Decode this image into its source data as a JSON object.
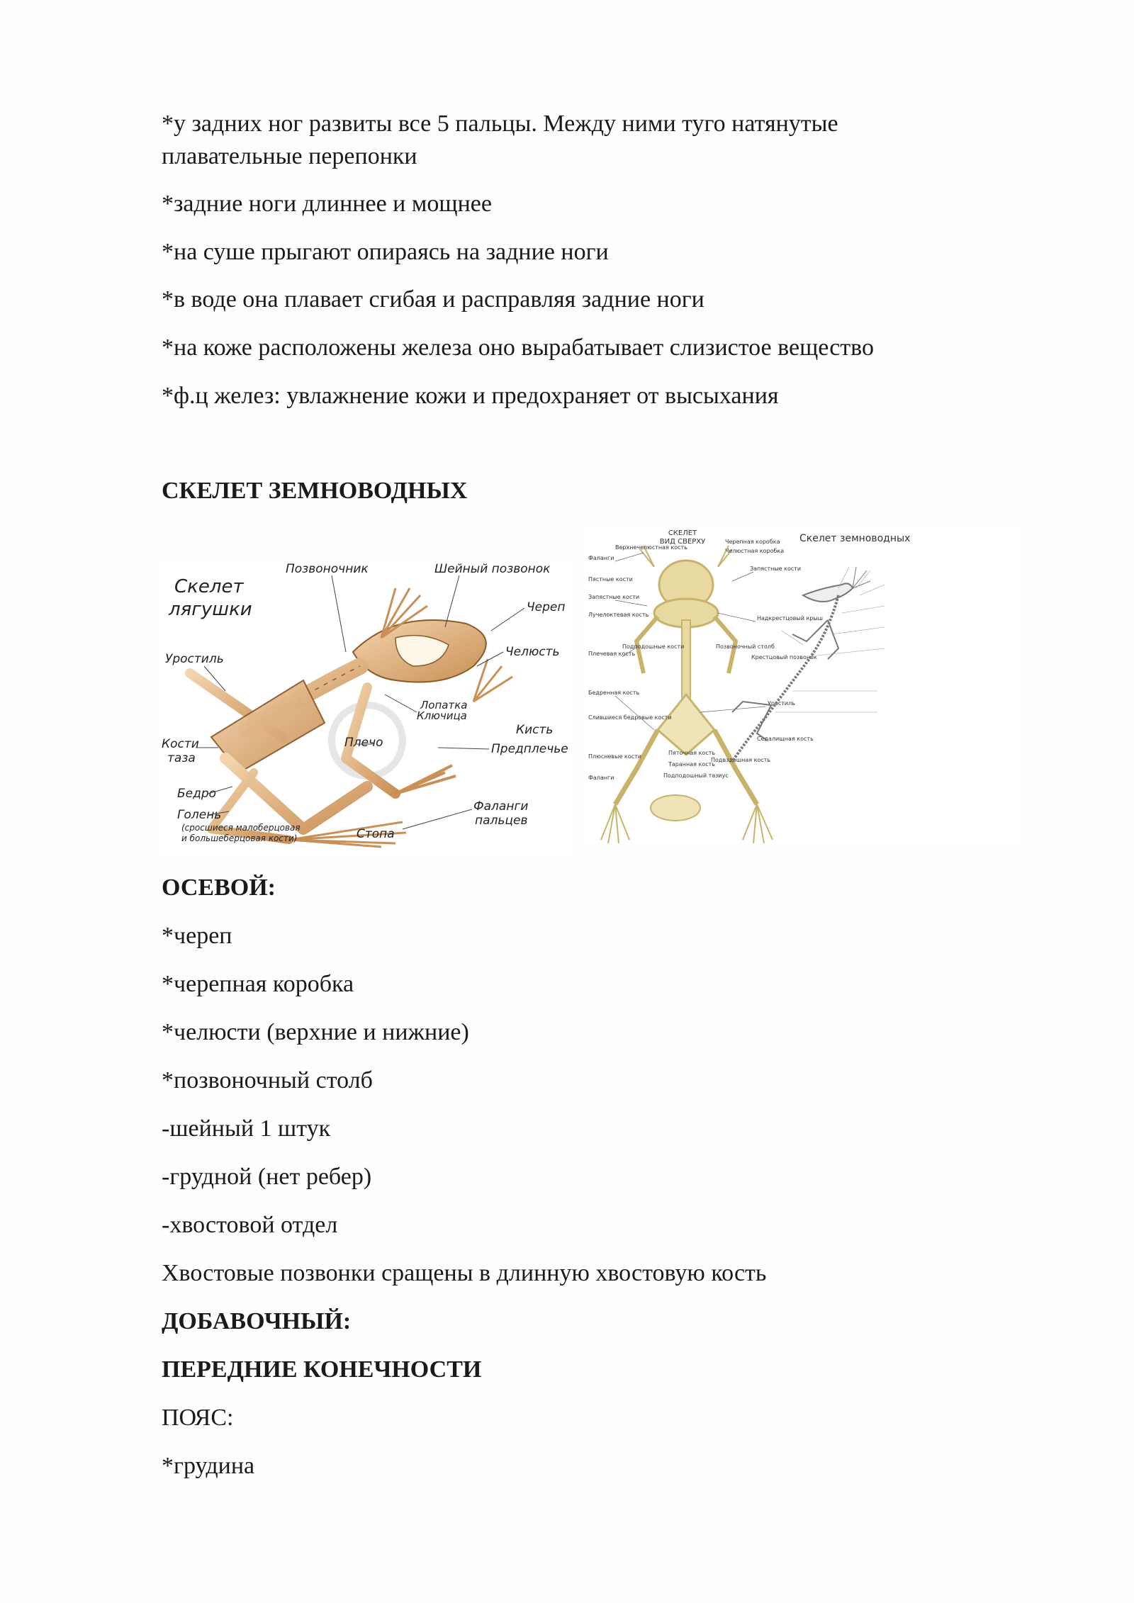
{
  "text": {
    "l1a": "*у задних ног развиты все 5 пальцы. Между ними туго натянутые",
    "l1b": "плавательные перепонки",
    "l2": "*задние ноги длиннее и мощнее",
    "l3": "*на суше прыгают опираясь на задние ноги",
    "l4": "*в воде она плавает сгибая и расправляя задние ноги",
    "l5": "*на коже расположены железа оно вырабатывает слизистое вещество",
    "l6": "*ф.ц желез: увлажнение кожи и предохраняет от высыхания",
    "h1": "СКЕЛЕТ ЗЕМНОВОДНЫХ",
    "h2": "ОСЕВОЙ:",
    "a1": "*череп",
    "a2": "*черепная коробка",
    "a3": "*челюсти (верхние и нижние)",
    "a4": "*позвоночный столб",
    "a5": "-шейный 1 штук",
    "a6": "-грудной (нет ребер)",
    "a7": "-хвостовой отдел",
    "a8": "Хвостовые позвонки сращены в длинную хвостовую кость",
    "h3": "ДОБАВОЧНЫЙ:",
    "h4": "ПЕРЕДНИЕ КОНЕЧНОСТИ",
    "a9": "ПОЯС:",
    "a10": "*грудина"
  },
  "figure_frog_side": {
    "title_line1": "Скелет",
    "title_line2": "лягушки",
    "labels": {
      "spine": "Позвоночник",
      "neck": "Шейный позвонок",
      "skull": "Череп",
      "jaw": "Челюсть",
      "urostyle": "Уростиль",
      "scapula": "Лопатка",
      "clavicle": "Ключица",
      "hand": "Кисть",
      "pelvis1": "Кости",
      "pelvis2": "таза",
      "shoulder": "Плечо",
      "forearm": "Предплечье",
      "femur": "Бедро",
      "shin": "Голень",
      "shin_note1": "(сросшиеся малоберцовая",
      "shin_note2": "и большеберцовая кости)",
      "foot": "Стопа",
      "phal1": "Фаланги",
      "phal2": "пальцев"
    }
  },
  "figure_frog_top": {
    "title1": "СКЕЛЕТ",
    "title2": "ВИД СВЕРХУ",
    "left_labels": [
      "Фаланги",
      "Пястные кости",
      "Запястные кости",
      "Лучелоктевая кость",
      "Плечевая кость",
      "Бедренная кость",
      "Слившиеся бедровые кости",
      "Плюсневые кости",
      "Фаланги"
    ],
    "right_labels": [
      "Челюстная коробка",
      "Запястные кости",
      "Надкрестцовый крыш",
      "Позвоночный столб",
      "Крестцовый позвонок",
      "Уростиль",
      "Седалищная кость",
      "Подвздошная кость"
    ],
    "top_labels": [
      "Верхнечелюстная кость",
      "Черепная коробка"
    ],
    "bottom_labels": [
      "Пяточная кость",
      "Таранная кость",
      "Подподошный тазиус",
      "Подподошные кости"
    ]
  },
  "figure_amphibian": {
    "title": "Скелет земноводных"
  }
}
